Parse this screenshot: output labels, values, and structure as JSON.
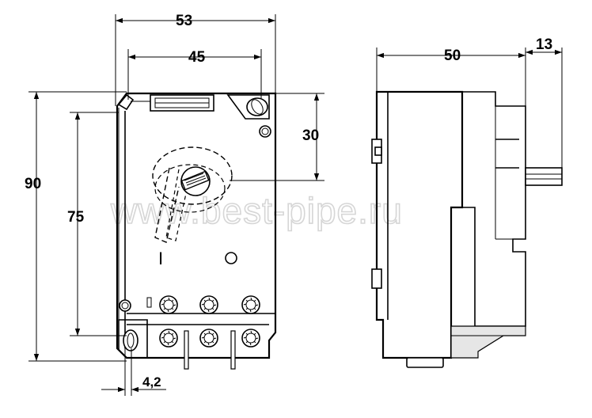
{
  "dimensions": {
    "overall_width": "53",
    "mount_width": "45",
    "overall_height": "90",
    "mount_height": "75",
    "knob_offset": "30",
    "hole_offset": "4,2",
    "depth": "50",
    "shaft_length": "13"
  },
  "symbols": {
    "on": "I",
    "off": "O"
  },
  "watermark": "www.best-pipe.ru"
}
